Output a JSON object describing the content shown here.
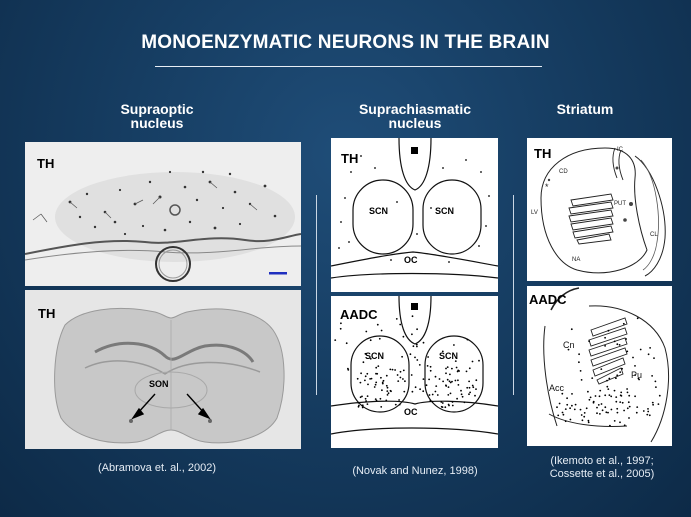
{
  "slide": {
    "title": "MONOENZYMATIC  NEURONS  IN  THE BRAIN"
  },
  "columns": [
    {
      "heading_line1": "Supraoptic",
      "heading_line2": "nucleus",
      "panels": [
        {
          "label": "TH"
        },
        {
          "label": "TH",
          "region_label": "SON"
        }
      ],
      "caption": "(Abramova et. al., 2002)"
    },
    {
      "heading_line1": "Suprachiasmatic",
      "heading_line2": "nucleus",
      "panels": [
        {
          "label": "TH",
          "left_region": "SCN",
          "right_region": "SCN",
          "bottom_region": "OC"
        },
        {
          "label": "AADC",
          "left_region": "SCN",
          "right_region": "SCN",
          "bottom_region": "OC"
        }
      ],
      "caption": "(Novak and Nunez, 1998)"
    },
    {
      "heading_line1": "Striatum",
      "panels": [
        {
          "label": "TH",
          "regions": {
            "ic": "IC",
            "cd": "CD",
            "put": "PUT",
            "lv": "LV",
            "cl": "CL",
            "na": "NA"
          }
        },
        {
          "label": "AADC",
          "regions": {
            "cn": "Cn",
            "pu": "Pu",
            "acc": "Acc"
          }
        }
      ],
      "caption_line1": "(Ikemoto et al., 1997;",
      "caption_line2": "Cossette et al., 2005)"
    }
  ],
  "colors": {
    "background": "#163d62",
    "text": "#ffffff",
    "scale_bar": "#1f2fbf"
  }
}
